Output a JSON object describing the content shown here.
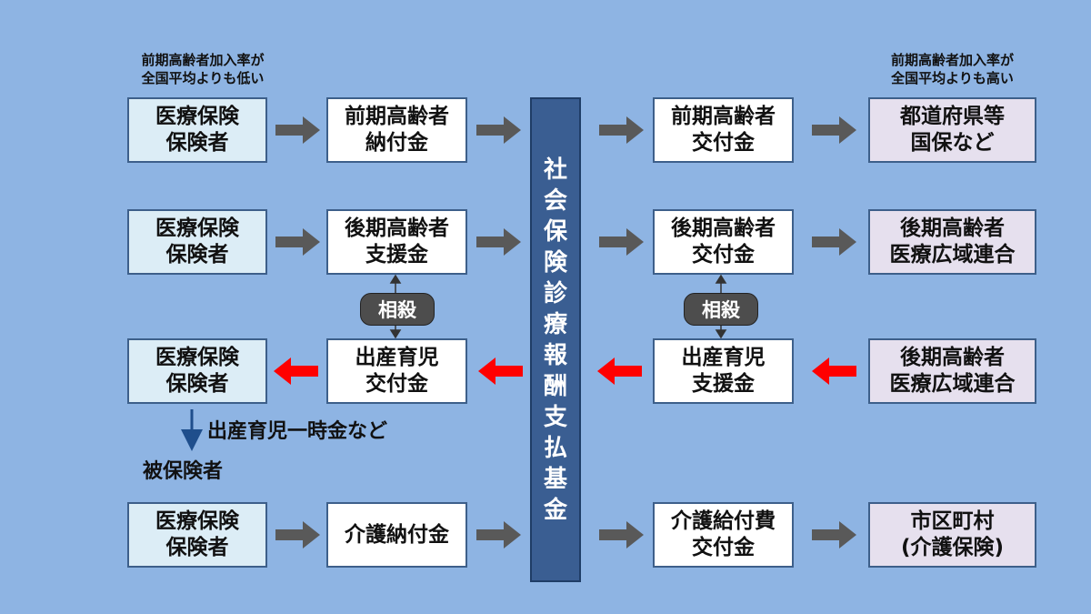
{
  "notes": {
    "left_top": "前期高齢者加入率が\n全国平均よりも低い",
    "right_top": "前期高齢者加入率が\n全国平均よりも高い"
  },
  "center_label": "社会保険診療報酬支払基金",
  "rows": [
    {
      "c1": "医療保険\n保険者",
      "c2": "前期高齢者\n納付金",
      "c3": "前期高齢者\n交付金",
      "c4": "都道府県等\n国保など"
    },
    {
      "c1": "医療保険\n保険者",
      "c2": "後期高齢者\n支援金",
      "c3": "後期高齢者\n交付金",
      "c4": "後期高齢者\n医療広域連合"
    },
    {
      "c1": "医療保険\n保険者",
      "c2": "出産育児\n交付金",
      "c3": "出産育児\n支援金",
      "c4": "後期高齢者\n医療広域連合"
    },
    {
      "c1": "医療保険\n保険者",
      "c2": "介護納付金",
      "c3": "介護給付費\n交付金",
      "c4": "市区町村\n(介護保険)"
    }
  ],
  "offset_label": "相殺",
  "birth_payment_label": "出産育児一時金など",
  "insured_label": "被保険者",
  "colors": {
    "background": "#8eb4e3",
    "center_bar": "#3a5e92",
    "gray_arrow": "#595959",
    "red_arrow": "#ff0000",
    "down_arrow": "#1f4e8c"
  }
}
